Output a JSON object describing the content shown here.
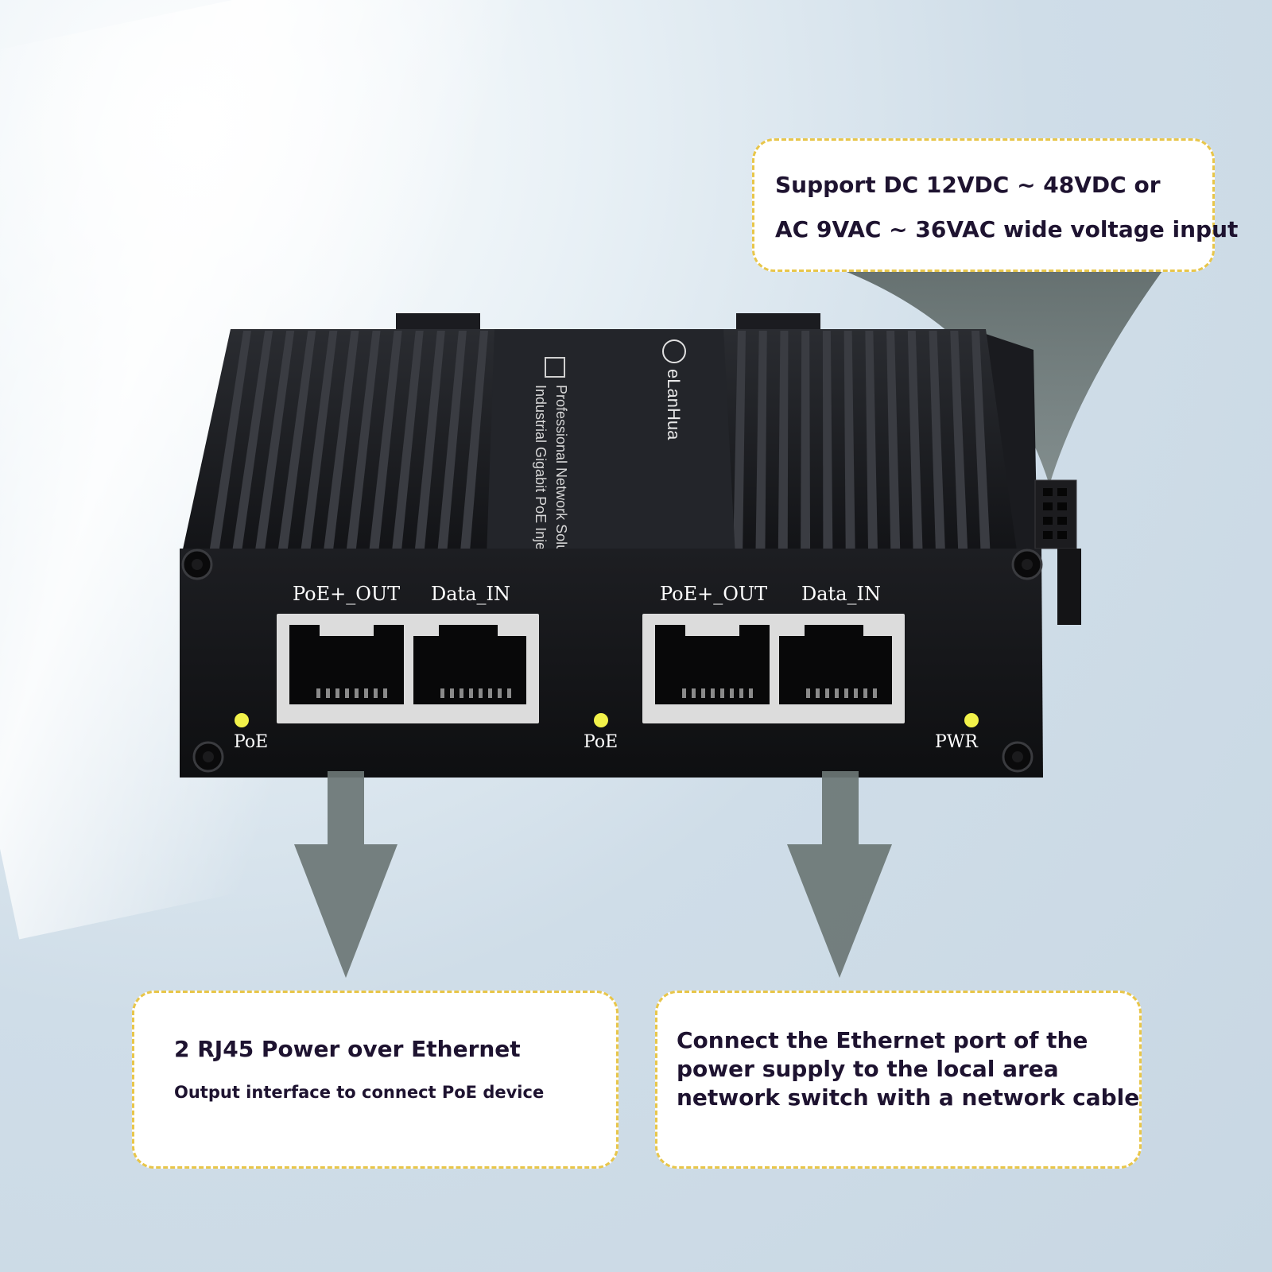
{
  "callouts": {
    "power": {
      "line1": "Support DC 12VDC ~ 48VDC or",
      "line2": "AC 9VAC ~ 36VAC wide voltage input"
    },
    "poe": {
      "title": "2 RJ45 Power over Ethernet",
      "subtitle": "Output interface to connect PoE device"
    },
    "lan": {
      "line1": "Connect the Ethernet port of the",
      "line2": "power supply to the local area",
      "line3": "network switch with a network cable"
    }
  },
  "device": {
    "brand": "eLanHua",
    "title_line1": "Professional Network Solution",
    "title_line2": "Industrial Gigabit PoE Injector",
    "ports": [
      {
        "label": "PoE+_OUT"
      },
      {
        "label": "Data_IN"
      },
      {
        "label": "PoE+_OUT"
      },
      {
        "label": "Data_IN"
      }
    ],
    "leds": [
      {
        "label": "PoE",
        "color": "#f2f24a"
      },
      {
        "label": "PoE",
        "color": "#f2f24a"
      },
      {
        "label": "PWR",
        "color": "#f2f24a"
      }
    ]
  },
  "colors": {
    "callout_border": "#e8c64a",
    "arrow": "#6b7675",
    "device_body": "#141518"
  }
}
